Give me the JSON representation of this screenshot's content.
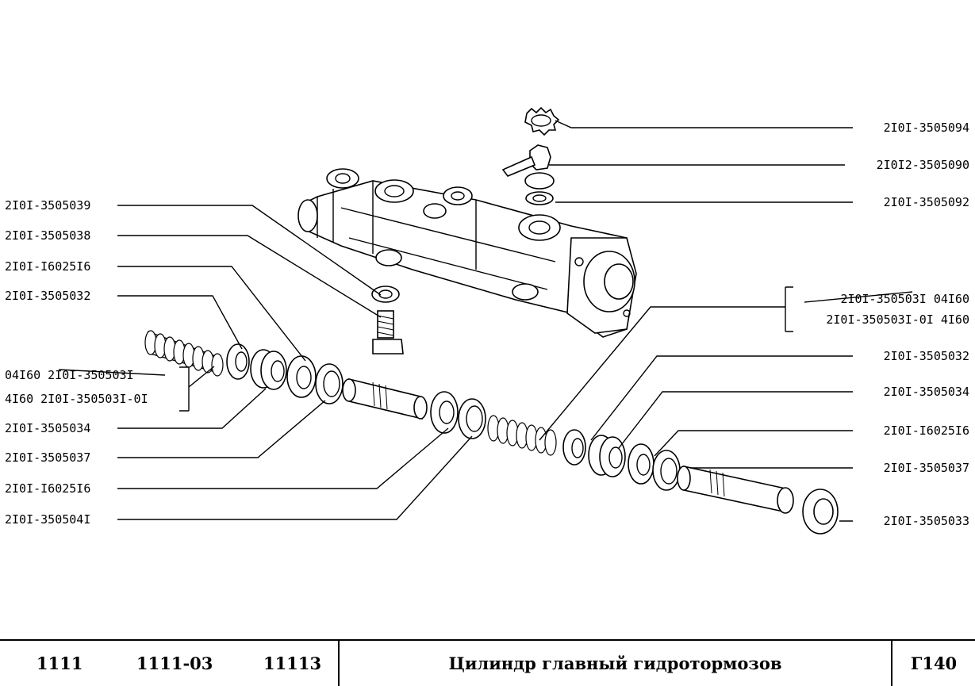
{
  "labels_left": [
    {
      "id": "l1",
      "text": "2I0I-3505039"
    },
    {
      "id": "l2",
      "text": "2I0I-3505038"
    },
    {
      "id": "l3",
      "text": "2I0I-I6025I6"
    },
    {
      "id": "l4",
      "text": "2I0I-3505032"
    },
    {
      "id": "l5a",
      "text": "04I60 2I0I-350503I"
    },
    {
      "id": "l5b",
      "text": "4I60 2I0I-350503I-0I"
    },
    {
      "id": "l6",
      "text": "2I0I-3505034"
    },
    {
      "id": "l7",
      "text": "2I0I-3505037"
    },
    {
      "id": "l8",
      "text": "2I0I-I6025I6"
    },
    {
      "id": "l9",
      "text": "2I0I-350504I"
    }
  ],
  "labels_right": [
    {
      "id": "r1",
      "text": "2I0I-3505094"
    },
    {
      "id": "r2",
      "text": "2I0I2-3505090"
    },
    {
      "id": "r3",
      "text": "2I0I-3505092"
    },
    {
      "id": "r4a",
      "text": "2I0I-350503I 04I60"
    },
    {
      "id": "r4b",
      "text": "2I0I-350503I-0I 4I60"
    },
    {
      "id": "r5",
      "text": "2I0I-3505032"
    },
    {
      "id": "r6",
      "text": "2I0I-3505034"
    },
    {
      "id": "r7",
      "text": "2I0I-I6025I6"
    },
    {
      "id": "r8",
      "text": "2I0I-3505037"
    },
    {
      "id": "r9",
      "text": "2I0I-3505033"
    }
  ],
  "footer": {
    "models": [
      "1111",
      "1111-03",
      "11113"
    ],
    "title": "Цилиндр главный гидротормозов",
    "code": "Г140"
  }
}
